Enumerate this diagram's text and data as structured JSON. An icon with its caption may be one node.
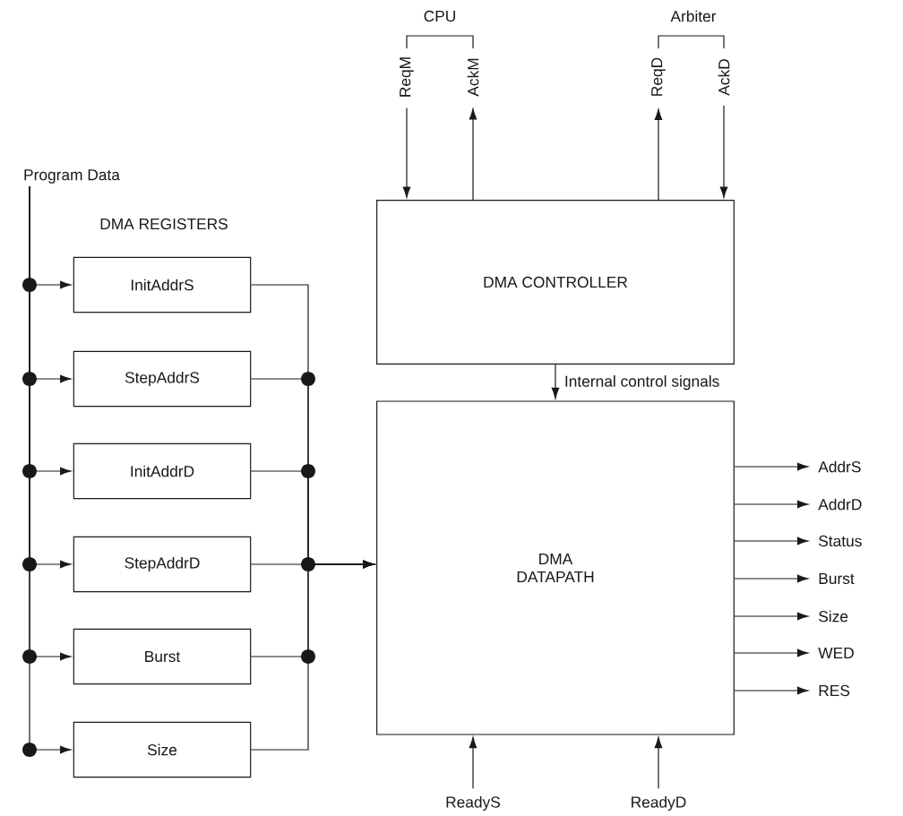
{
  "diagram": {
    "nodes": [
      {
        "text": [
          "Program Data"
        ]
      },
      {
        "text": [
          "InitAddrS"
        ]
      },
      {
        "text": [
          "StepAddrS"
        ]
      },
      {
        "text": [
          "InitAddrD"
        ]
      },
      {
        "text": [
          "StepAddrD"
        ]
      },
      {
        "text": [
          "Burst"
        ]
      },
      {
        "text": [
          "Size"
        ]
      },
      {
        "text": [
          "DMA CONTROLLER"
        ]
      },
      {
        "text": [
          "DMA DATAPATH"
        ]
      },
      {
        "text": [
          "ReqM"
        ]
      },
      {
        "text": [
          "AckM"
        ]
      },
      {
        "text": [
          "ReqD"
        ]
      },
      {
        "text": [
          "AckD"
        ]
      },
      {
        "text": [
          "AddrS"
        ]
      },
      {
        "text": [
          "AddrD"
        ]
      },
      {
        "text": [
          "Status"
        ]
      },
      {
        "text": [
          "Burst"
        ]
      },
      {
        "text": [
          "Size"
        ]
      },
      {
        "text": [
          "WED"
        ]
      },
      {
        "text": [
          "RES"
        ]
      },
      {
        "text": [
          "ReadyS"
        ]
      },
      {
        "text": [
          "ReadyD"
        ]
      }
    ],
    "edges": [
      {
        "from": 0,
        "to": 1,
        "arrow": "to"
      },
      {
        "from": 0,
        "to": 2,
        "arrow": "to"
      },
      {
        "from": 0,
        "to": 3,
        "arrow": "to"
      },
      {
        "from": 0,
        "to": 4,
        "arrow": "to"
      },
      {
        "from": 0,
        "to": 5,
        "arrow": "to"
      },
      {
        "from": 0,
        "to": 6,
        "arrow": "to"
      },
      {
        "from": 1,
        "to": 8,
        "arrow": "to"
      },
      {
        "from": 2,
        "to": 8,
        "arrow": "to"
      },
      {
        "from": 3,
        "to": 8,
        "arrow": "to"
      },
      {
        "from": 4,
        "to": 8,
        "arrow": "to"
      },
      {
        "from": 5,
        "to": 8,
        "arrow": "to"
      },
      {
        "from": 6,
        "to": 8,
        "arrow": "to"
      },
      {
        "from": 9,
        "to": 7,
        "arrow": "to"
      },
      {
        "from": 7,
        "to": 10,
        "arrow": "to"
      },
      {
        "from": 7,
        "to": 11,
        "arrow": "to"
      },
      {
        "from": 12,
        "to": 7,
        "arrow": "to"
      },
      {
        "from": 7,
        "to": 8,
        "arrow": "to",
        "label": "Internal control signals"
      },
      {
        "from": 8,
        "to": 13,
        "arrow": "to"
      },
      {
        "from": 8,
        "to": 14,
        "arrow": "to"
      },
      {
        "from": 8,
        "to": 15,
        "arrow": "to"
      },
      {
        "from": 8,
        "to": 16,
        "arrow": "to"
      },
      {
        "from": 8,
        "to": 17,
        "arrow": "to"
      },
      {
        "from": 8,
        "to": 18,
        "arrow": "to"
      },
      {
        "from": 8,
        "to": 19,
        "arrow": "to"
      },
      {
        "from": 20,
        "to": 8,
        "arrow": "to"
      },
      {
        "from": 21,
        "to": 8,
        "arrow": "to"
      }
    ],
    "labels": [
      "CPU",
      "Arbiter",
      "DMA REGISTERS"
    ]
  }
}
